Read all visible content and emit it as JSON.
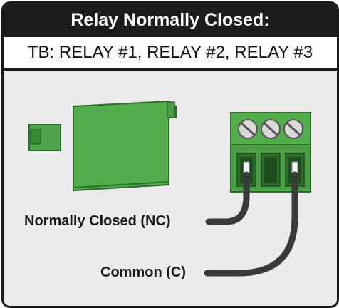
{
  "header": {
    "title": "Relay Normally Closed:",
    "subtitle": "TB: RELAY #1, RELAY #2, RELAY #3"
  },
  "wire_labels": {
    "nc": "Normally Closed (NC)",
    "common": "Common (C)"
  },
  "colors": {
    "connector_green": "#4fa64a",
    "connector_dark": "#2e6e2b",
    "wire": "#3a3a3a",
    "screw": "#d9d9d9",
    "panel_bg": "#ebebeb"
  },
  "icons": [
    "screw-terminal-icon",
    "plug-connector-icon",
    "wire-icon"
  ]
}
